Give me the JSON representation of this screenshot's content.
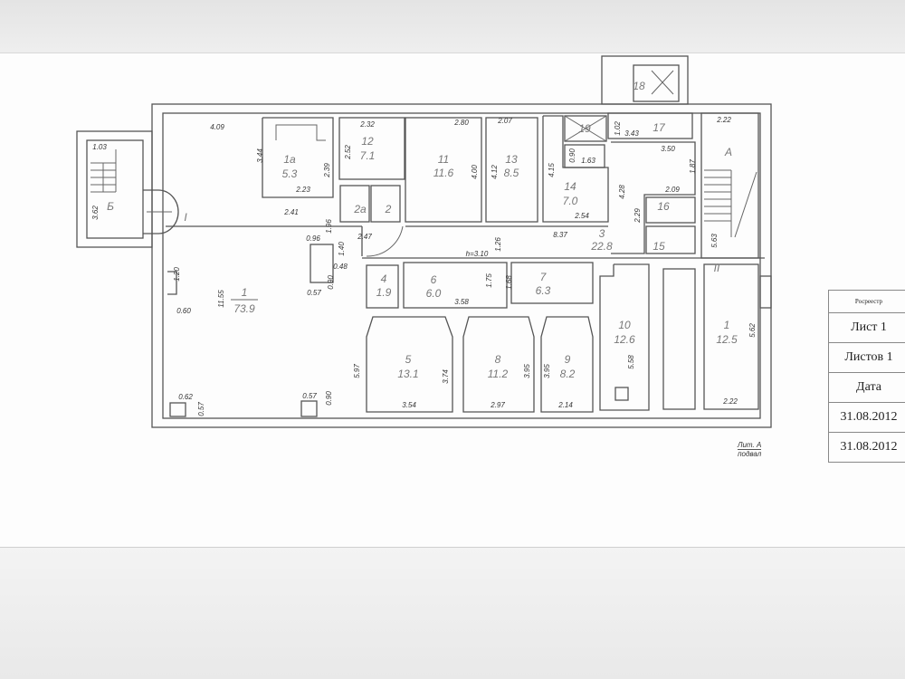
{
  "plan": {
    "rooms": [
      {
        "num": "1",
        "area": "73.9"
      },
      {
        "num": "1а",
        "area": "5.3"
      },
      {
        "num": "12",
        "area": "7.1"
      },
      {
        "num": "11",
        "area": "11.6"
      },
      {
        "num": "13",
        "area": "8.5"
      },
      {
        "num": "14",
        "area": "7.0"
      },
      {
        "num": "3",
        "area": "22.8"
      },
      {
        "num": "4",
        "area": "1.9"
      },
      {
        "num": "6",
        "area": "6.0"
      },
      {
        "num": "7",
        "area": "6.3"
      },
      {
        "num": "5",
        "area": "13.1"
      },
      {
        "num": "8",
        "area": "11.2"
      },
      {
        "num": "9",
        "area": "8.2"
      },
      {
        "num": "10",
        "area": "12.6"
      },
      {
        "num": "1",
        "area": "12.5"
      }
    ],
    "small_labels": [
      "2а",
      "2",
      "16",
      "15",
      "17",
      "18",
      "19",
      "Б",
      "А",
      "I",
      "II",
      "h=3.10"
    ],
    "dimensions": [
      "4.09",
      "3.44",
      "2.23",
      "2.39",
      "2.41",
      "1.03",
      "3.62",
      "2.32",
      "2.52",
      "2.80",
      "4.00",
      "2.07",
      "4.12",
      "4.15",
      "0.90",
      "1.63",
      "2.54",
      "4.28",
      "1.02",
      "3.43",
      "3.50",
      "1.87",
      "2.09",
      "2.29",
      "2.22",
      "5.63",
      "8.37",
      "1.26",
      "1.96",
      "0.96",
      "2.47",
      "1.40",
      "0.48",
      "0.90",
      "0.57",
      "1.20",
      "11.55",
      "0.60",
      "5.97",
      "0.62",
      "0.57",
      "0.57",
      "0.90",
      "1.75",
      "3.58",
      "1.68",
      "3.74",
      "3.54",
      "3.95",
      "2.97",
      "3.95",
      "2.14",
      "5.58",
      "5.62",
      "2.22"
    ]
  },
  "caption": {
    "line1": "Лит. А",
    "line2": "подвал"
  },
  "stamp": {
    "header": "Росреестр",
    "sheet": "Лист 1",
    "sheets": "Листов 1",
    "date_label": "Дата",
    "date1": "31.08.2012",
    "date2": "31.08.2012"
  }
}
